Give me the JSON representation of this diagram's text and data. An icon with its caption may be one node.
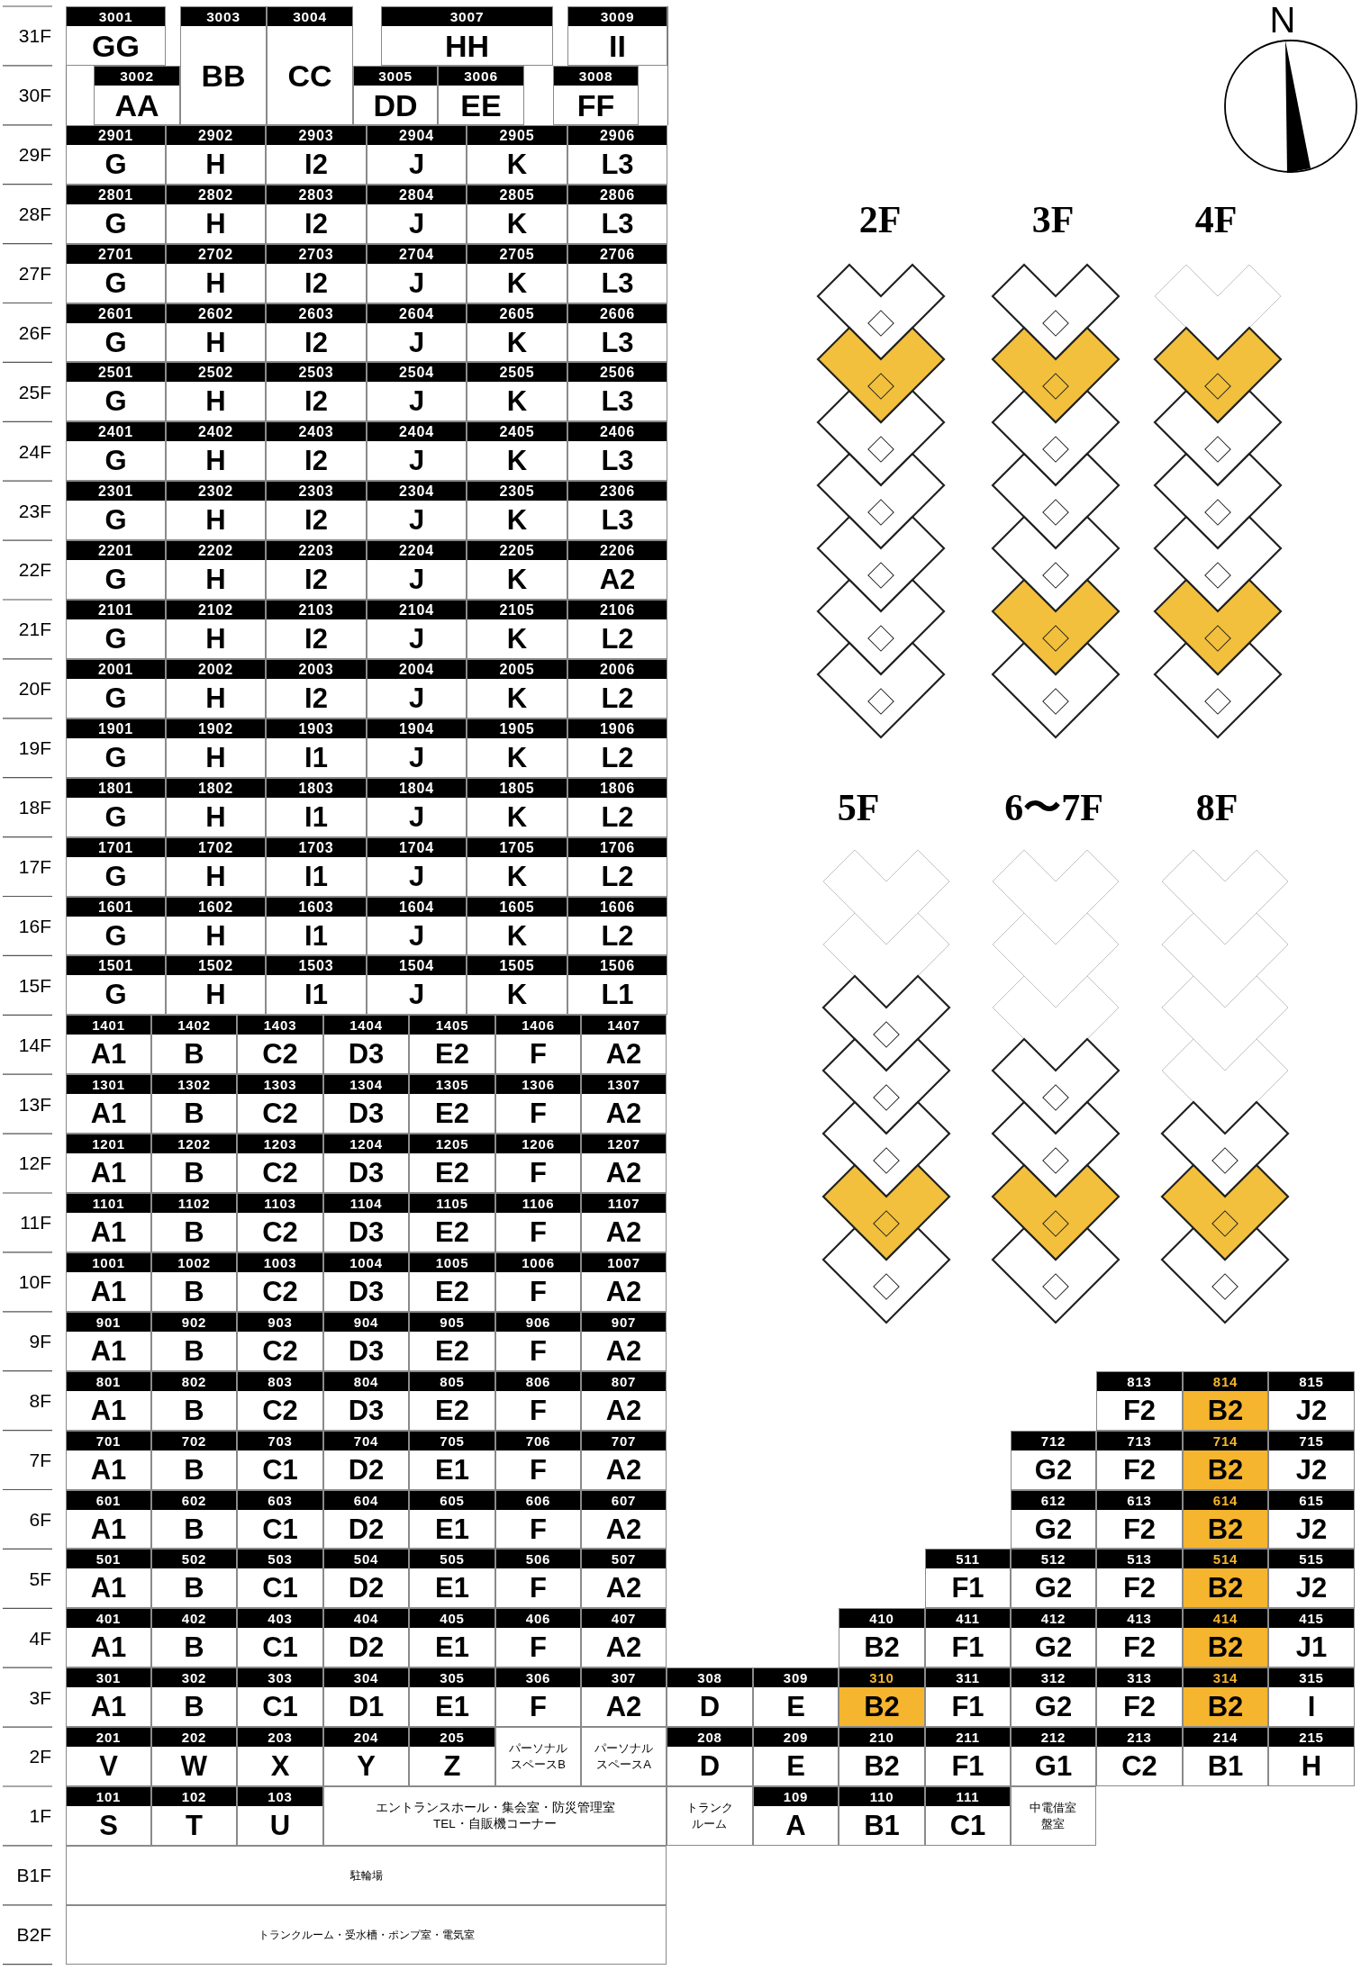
{
  "diagram": {
    "nodes": [
      {
        "text": [
          "3001",
          "GG"
        ]
      },
      {
        "text": [
          "3003",
          "BB"
        ]
      },
      {
        "text": [
          "3004",
          "CC"
        ]
      },
      {
        "text": [
          "3007",
          "HH"
        ]
      },
      {
        "text": [
          "3009",
          "II"
        ]
      },
      {
        "text": [
          "3002",
          "AA"
        ]
      },
      {
        "text": [
          "3005",
          "DD"
        ]
      },
      {
        "text": [
          "3006",
          "EE"
        ]
      },
      {
        "text": [
          "3008",
          "FF"
        ]
      },
      {
        "text": [
          "2901",
          "G"
        ]
      },
      {
        "text": [
          "2902",
          "H"
        ]
      },
      {
        "text": [
          "2903",
          "I2"
        ]
      },
      {
        "text": [
          "2904",
          "J"
        ]
      },
      {
        "text": [
          "2905",
          "K"
        ]
      },
      {
        "text": [
          "2906",
          "L3"
        ]
      },
      {
        "text": [
          "2801",
          "G"
        ]
      },
      {
        "text": [
          "2802",
          "H"
        ]
      },
      {
        "text": [
          "2803",
          "I2"
        ]
      },
      {
        "text": [
          "2804",
          "J"
        ]
      },
      {
        "text": [
          "2805",
          "K"
        ]
      },
      {
        "text": [
          "2806",
          "L3"
        ]
      },
      {
        "text": [
          "2701",
          "G"
        ]
      },
      {
        "text": [
          "2702",
          "H"
        ]
      },
      {
        "text": [
          "2703",
          "I2"
        ]
      },
      {
        "text": [
          "2704",
          "J"
        ]
      },
      {
        "text": [
          "2705",
          "K"
        ]
      },
      {
        "text": [
          "2706",
          "L3"
        ]
      },
      {
        "text": [
          "2601",
          "G"
        ]
      },
      {
        "text": [
          "2602",
          "H"
        ]
      },
      {
        "text": [
          "2603",
          "I2"
        ]
      },
      {
        "text": [
          "2604",
          "J"
        ]
      },
      {
        "text": [
          "2605",
          "K"
        ]
      },
      {
        "text": [
          "2606",
          "L3"
        ]
      },
      {
        "text": [
          "2501",
          "G"
        ]
      },
      {
        "text": [
          "2502",
          "H"
        ]
      },
      {
        "text": [
          "2503",
          "I2"
        ]
      },
      {
        "text": [
          "2504",
          "J"
        ]
      },
      {
        "text": [
          "2505",
          "K"
        ]
      },
      {
        "text": [
          "2506",
          "L3"
        ]
      },
      {
        "text": [
          "2401",
          "G"
        ]
      },
      {
        "text": [
          "2402",
          "H"
        ]
      },
      {
        "text": [
          "2403",
          "I2"
        ]
      },
      {
        "text": [
          "2404",
          "J"
        ]
      },
      {
        "text": [
          "2405",
          "K"
        ]
      },
      {
        "text": [
          "2406",
          "L3"
        ]
      },
      {
        "text": [
          "2301",
          "G"
        ]
      },
      {
        "text": [
          "2302",
          "H"
        ]
      },
      {
        "text": [
          "2303",
          "I2"
        ]
      },
      {
        "text": [
          "2304",
          "J"
        ]
      },
      {
        "text": [
          "2305",
          "K"
        ]
      },
      {
        "text": [
          "2306",
          "L3"
        ]
      },
      {
        "text": [
          "2201",
          "G"
        ]
      },
      {
        "text": [
          "2202",
          "H"
        ]
      },
      {
        "text": [
          "2203",
          "I2"
        ]
      },
      {
        "text": [
          "2204",
          "J"
        ]
      },
      {
        "text": [
          "2205",
          "K"
        ]
      },
      {
        "text": [
          "2206",
          "A2"
        ]
      },
      {
        "text": [
          "2101",
          "G"
        ]
      },
      {
        "text": [
          "2102",
          "H"
        ]
      },
      {
        "text": [
          "2103",
          "I2"
        ]
      },
      {
        "text": [
          "2104",
          "J"
        ]
      },
      {
        "text": [
          "2105",
          "K"
        ]
      },
      {
        "text": [
          "2106",
          "L2"
        ]
      },
      {
        "text": [
          "2001",
          "G"
        ]
      },
      {
        "text": [
          "2002",
          "H"
        ]
      },
      {
        "text": [
          "2003",
          "I2"
        ]
      },
      {
        "text": [
          "2004",
          "J"
        ]
      },
      {
        "text": [
          "2005",
          "K"
        ]
      },
      {
        "text": [
          "2006",
          "L2"
        ]
      },
      {
        "text": [
          "1901",
          "G"
        ]
      },
      {
        "text": [
          "1902",
          "H"
        ]
      },
      {
        "text": [
          "1903",
          "I1"
        ]
      },
      {
        "text": [
          "1904",
          "J"
        ]
      },
      {
        "text": [
          "1905",
          "K"
        ]
      },
      {
        "text": [
          "1906",
          "L2"
        ]
      },
      {
        "text": [
          "1801",
          "G"
        ]
      },
      {
        "text": [
          "1802",
          "H"
        ]
      },
      {
        "text": [
          "1803",
          "I1"
        ]
      },
      {
        "text": [
          "1804",
          "J"
        ]
      },
      {
        "text": [
          "1805",
          "K"
        ]
      },
      {
        "text": [
          "1806",
          "L2"
        ]
      },
      {
        "text": [
          "1701",
          "G"
        ]
      },
      {
        "text": [
          "1702",
          "H"
        ]
      },
      {
        "text": [
          "1703",
          "I1"
        ]
      },
      {
        "text": [
          "1704",
          "J"
        ]
      },
      {
        "text": [
          "1705",
          "K"
        ]
      },
      {
        "text": [
          "1706",
          "L2"
        ]
      },
      {
        "text": [
          "1601",
          "G"
        ]
      },
      {
        "text": [
          "1602",
          "H"
        ]
      },
      {
        "text": [
          "1603",
          "I1"
        ]
      },
      {
        "text": [
          "1604",
          "J"
        ]
      },
      {
        "text": [
          "1605",
          "K"
        ]
      },
      {
        "text": [
          "1606",
          "L2"
        ]
      },
      {
        "text": [
          "1501",
          "G"
        ]
      },
      {
        "text": [
          "1502",
          "H"
        ]
      },
      {
        "text": [
          "1503",
          "I1"
        ]
      },
      {
        "text": [
          "1504",
          "J"
        ]
      },
      {
        "text": [
          "1505",
          "K"
        ]
      },
      {
        "text": [
          "1506",
          "L1"
        ]
      },
      {
        "text": [
          "1401",
          "A1"
        ]
      },
      {
        "text": [
          "1402",
          "B"
        ]
      },
      {
        "text": [
          "1403",
          "C2"
        ]
      },
      {
        "text": [
          "1404",
          "D3"
        ]
      },
      {
        "text": [
          "1405",
          "E2"
        ]
      },
      {
        "text": [
          "1406",
          "F"
        ]
      },
      {
        "text": [
          "1407",
          "A2"
        ]
      },
      {
        "text": [
          "1301",
          "A1"
        ]
      },
      {
        "text": [
          "1302",
          "B"
        ]
      },
      {
        "text": [
          "1303",
          "C2"
        ]
      },
      {
        "text": [
          "1304",
          "D3"
        ]
      },
      {
        "text": [
          "1305",
          "E2"
        ]
      },
      {
        "text": [
          "1306",
          "F"
        ]
      },
      {
        "text": [
          "1307",
          "A2"
        ]
      },
      {
        "text": [
          "1201",
          "A1"
        ]
      },
      {
        "text": [
          "1202",
          "B"
        ]
      },
      {
        "text": [
          "1203",
          "C2"
        ]
      },
      {
        "text": [
          "1204",
          "D3"
        ]
      },
      {
        "text": [
          "1205",
          "E2"
        ]
      },
      {
        "text": [
          "1206",
          "F"
        ]
      },
      {
        "text": [
          "1207",
          "A2"
        ]
      },
      {
        "text": [
          "1101",
          "A1"
        ]
      },
      {
        "text": [
          "1102",
          "B"
        ]
      },
      {
        "text": [
          "1103",
          "C2"
        ]
      },
      {
        "text": [
          "1104",
          "D3"
        ]
      },
      {
        "text": [
          "1105",
          "E2"
        ]
      },
      {
        "text": [
          "1106",
          "F"
        ]
      },
      {
        "text": [
          "1107",
          "A2"
        ]
      },
      {
        "text": [
          "1001",
          "A1"
        ]
      },
      {
        "text": [
          "1002",
          "B"
        ]
      },
      {
        "text": [
          "1003",
          "C2"
        ]
      },
      {
        "text": [
          "1004",
          "D3"
        ]
      },
      {
        "text": [
          "1005",
          "E2"
        ]
      },
      {
        "text": [
          "1006",
          "F"
        ]
      },
      {
        "text": [
          "1007",
          "A2"
        ]
      },
      {
        "text": [
          "901",
          "A1"
        ]
      },
      {
        "text": [
          "902",
          "B"
        ]
      },
      {
        "text": [
          "903",
          "C2"
        ]
      },
      {
        "text": [
          "904",
          "D3"
        ]
      },
      {
        "text": [
          "905",
          "E2"
        ]
      },
      {
        "text": [
          "906",
          "F"
        ]
      },
      {
        "text": [
          "907",
          "A2"
        ]
      },
      {
        "text": [
          "801",
          "A1"
        ]
      },
      {
        "text": [
          "802",
          "B"
        ]
      },
      {
        "text": [
          "803",
          "C2"
        ]
      },
      {
        "text": [
          "804",
          "D3"
        ]
      },
      {
        "text": [
          "805",
          "E2"
        ]
      },
      {
        "text": [
          "806",
          "F"
        ]
      },
      {
        "text": [
          "807",
          "A2"
        ]
      },
      {
        "text": [
          "813",
          "F2"
        ]
      },
      {
        "text": [
          "814",
          "B2"
        ]
      },
      {
        "text": [
          "815",
          "J2"
        ]
      },
      {
        "text": [
          "701",
          "A1"
        ]
      },
      {
        "text": [
          "702",
          "B"
        ]
      },
      {
        "text": [
          "703",
          "C1"
        ]
      },
      {
        "text": [
          "704",
          "D2"
        ]
      },
      {
        "text": [
          "705",
          "E1"
        ]
      },
      {
        "text": [
          "706",
          "F"
        ]
      },
      {
        "text": [
          "707",
          "A2"
        ]
      },
      {
        "text": [
          "712",
          "G2"
        ]
      },
      {
        "text": [
          "713",
          "F2"
        ]
      },
      {
        "text": [
          "714",
          "B2"
        ]
      },
      {
        "text": [
          "715",
          "J2"
        ]
      },
      {
        "text": [
          "601",
          "A1"
        ]
      },
      {
        "text": [
          "602",
          "B"
        ]
      },
      {
        "text": [
          "603",
          "C1"
        ]
      },
      {
        "text": [
          "604",
          "D2"
        ]
      },
      {
        "text": [
          "605",
          "E1"
        ]
      },
      {
        "text": [
          "606",
          "F"
        ]
      },
      {
        "text": [
          "607",
          "A2"
        ]
      },
      {
        "text": [
          "612",
          "G2"
        ]
      },
      {
        "text": [
          "613",
          "F2"
        ]
      },
      {
        "text": [
          "614",
          "B2"
        ]
      },
      {
        "text": [
          "615",
          "J2"
        ]
      },
      {
        "text": [
          "501",
          "A1"
        ]
      },
      {
        "text": [
          "502",
          "B"
        ]
      },
      {
        "text": [
          "503",
          "C1"
        ]
      },
      {
        "text": [
          "504",
          "D2"
        ]
      },
      {
        "text": [
          "505",
          "E1"
        ]
      },
      {
        "text": [
          "506",
          "F"
        ]
      },
      {
        "text": [
          "507",
          "A2"
        ]
      },
      {
        "text": [
          "511",
          "F1"
        ]
      },
      {
        "text": [
          "512",
          "G2"
        ]
      },
      {
        "text": [
          "513",
          "F2"
        ]
      },
      {
        "text": [
          "514",
          "B2"
        ]
      },
      {
        "text": [
          "515",
          "J2"
        ]
      },
      {
        "text": [
          "401",
          "A1"
        ]
      },
      {
        "text": [
          "402",
          "B"
        ]
      },
      {
        "text": [
          "403",
          "C1"
        ]
      },
      {
        "text": [
          "404",
          "D2"
        ]
      },
      {
        "text": [
          "405",
          "E1"
        ]
      },
      {
        "text": [
          "406",
          "F"
        ]
      },
      {
        "text": [
          "407",
          "A2"
        ]
      },
      {
        "text": [
          "410",
          "B2"
        ]
      },
      {
        "text": [
          "411",
          "F1"
        ]
      },
      {
        "text": [
          "412",
          "G2"
        ]
      },
      {
        "text": [
          "413",
          "F2"
        ]
      },
      {
        "text": [
          "414",
          "B2"
        ]
      },
      {
        "text": [
          "415",
          "J1"
        ]
      },
      {
        "text": [
          "301",
          "A1"
        ]
      },
      {
        "text": [
          "302",
          "B"
        ]
      },
      {
        "text": [
          "303",
          "C1"
        ]
      },
      {
        "text": [
          "304",
          "D1"
        ]
      },
      {
        "text": [
          "305",
          "E1"
        ]
      },
      {
        "text": [
          "306",
          "F"
        ]
      },
      {
        "text": [
          "307",
          "A2"
        ]
      },
      {
        "text": [
          "308",
          "D"
        ]
      },
      {
        "text": [
          "309",
          "E"
        ]
      },
      {
        "text": [
          "310",
          "B2"
        ]
      },
      {
        "text": [
          "311",
          "F1"
        ]
      },
      {
        "text": [
          "312",
          "G2"
        ]
      },
      {
        "text": [
          "313",
          "F2"
        ]
      },
      {
        "text": [
          "314",
          "B2"
        ]
      },
      {
        "text": [
          "315",
          "I"
        ]
      },
      {
        "text": [
          "201",
          "V"
        ]
      },
      {
        "text": [
          "202",
          "W"
        ]
      },
      {
        "text": [
          "203",
          "X"
        ]
      },
      {
        "text": [
          "204",
          "Y"
        ]
      },
      {
        "text": [
          "205",
          "Z"
        ]
      },
      {
        "text": [
          "パーソナルスペースB"
        ]
      },
      {
        "text": [
          "パーソナルスペースA"
        ]
      },
      {
        "text": [
          "208",
          "D"
        ]
      },
      {
        "text": [
          "209",
          "E"
        ]
      },
      {
        "text": [
          "210",
          "B2"
        ]
      },
      {
        "text": [
          "211",
          "F1"
        ]
      },
      {
        "text": [
          "212",
          "G1"
        ]
      },
      {
        "text": [
          "213",
          "C2"
        ]
      },
      {
        "text": [
          "214",
          "B1"
        ]
      },
      {
        "text": [
          "215",
          "H"
        ]
      },
      {
        "text": [
          "101",
          "S"
        ]
      },
      {
        "text": [
          "102",
          "T"
        ]
      },
      {
        "text": [
          "103",
          "U"
        ]
      },
      {
        "text": [
          "エントランスホール・集会室・防災管理室TEL・自販機コーナー"
        ]
      },
      {
        "text": [
          "トランクルーム"
        ]
      },
      {
        "text": [
          "109",
          "A"
        ]
      },
      {
        "text": [
          "110",
          "B1"
        ]
      },
      {
        "text": [
          "111",
          "C1"
        ]
      },
      {
        "text": [
          "中電借室盤室"
        ]
      },
      {
        "text": [
          "駐輪場"
        ]
      },
      {
        "text": [
          "トランクルーム・受水槽・ポンプ室・電気室"
        ]
      }
    ],
    "labels": [
      "31F",
      "30F",
      "29F",
      "28F",
      "27F",
      "26F",
      "25F",
      "24F",
      "23F",
      "22F",
      "21F",
      "20F",
      "19F",
      "18F",
      "17F",
      "16F",
      "15F",
      "14F",
      "13F",
      "12F",
      "11F",
      "10F",
      "9F",
      "8F",
      "7F",
      "6F",
      "5F",
      "4F",
      "3F",
      "2F",
      "1F",
      "B1F",
      "B2F",
      "2F",
      "3F",
      "4F",
      "5F",
      "6〜7F",
      "8F",
      "N"
    ]
  }
}
